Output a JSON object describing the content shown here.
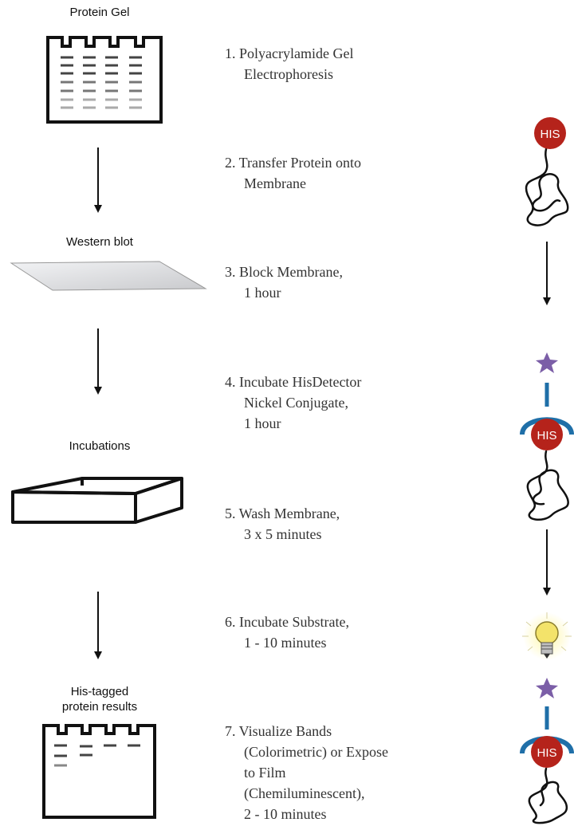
{
  "labels": {
    "protein_gel": "Protein Gel",
    "western_blot": "Western blot",
    "incubations": "Incubations",
    "results_line1": "His-tagged",
    "results_line2": "protein results"
  },
  "steps": [
    {
      "lines": [
        "1. Polyacrylamide Gel",
        "Electrophoresis"
      ]
    },
    {
      "lines": [
        "2. Transfer Protein onto",
        "Membrane"
      ]
    },
    {
      "lines": [
        "3. Block Membrane,",
        "1 hour"
      ]
    },
    {
      "lines": [
        "4. Incubate HisDetector",
        "Nickel Conjugate,",
        "1 hour"
      ]
    },
    {
      "lines": [
        "5. Wash Membrane,",
        "3 x 5 minutes"
      ]
    },
    {
      "lines": [
        "6. Incubate Substrate,",
        "1 - 10 minutes"
      ]
    },
    {
      "lines": [
        "7. Visualize Bands",
        "(Colorimetric) or Expose",
        "to Film",
        "(Chemiluminescent),",
        "2  - 10 minutes"
      ]
    }
  ],
  "his_tag": {
    "label": "HIS",
    "color": "#b5231b"
  },
  "colors": {
    "star": "#7b5ea7",
    "antibody": "#1f6fa8",
    "bulb": "#f3e36a",
    "membrane": "#dcdde0"
  }
}
